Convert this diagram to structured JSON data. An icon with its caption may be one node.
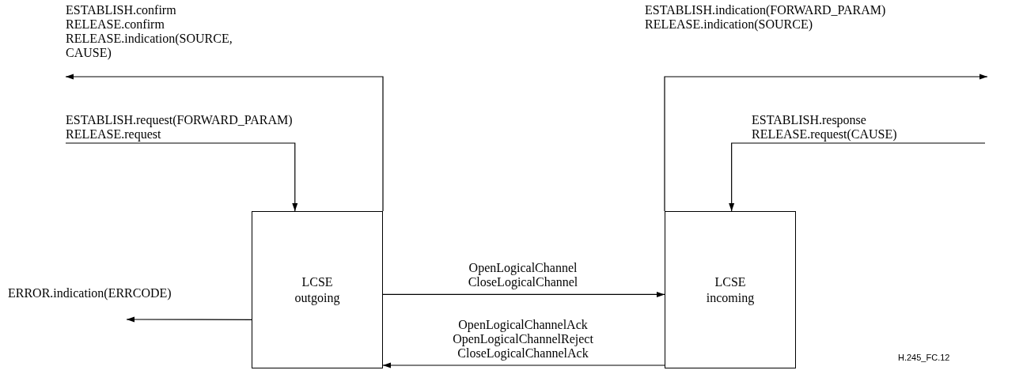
{
  "diagram": {
    "nodes": [
      {
        "text": [
          "LCSE outgoing"
        ]
      },
      {
        "text": [
          "LCSE incoming"
        ]
      }
    ],
    "edges": [
      {
        "from": 0,
        "to": null,
        "arrow": "to",
        "label": "ESTABLISH.confirm RELEASE.confirm RELEASE.indication(SOURCE, CAUSE)"
      },
      {
        "from": null,
        "to": 0,
        "arrow": "to",
        "label": "ESTABLISH.request(FORWARD_PARAM) RELEASE.request"
      },
      {
        "from": 0,
        "to": 1,
        "arrow": "to",
        "label": "OpenLogicalChannel CloseLogicalChannel"
      },
      {
        "from": 1,
        "to": 0,
        "arrow": "to",
        "label": "OpenLogicalChannelAck OpenLogicalChannelReject CloseLogicalChannelAck"
      },
      {
        "from": 0,
        "to": null,
        "arrow": "to",
        "label": "ERROR.indication(ERRCODE)"
      },
      {
        "from": 1,
        "to": null,
        "arrow": "to",
        "label": "ESTABLISH.indication(FORWARD_PARAM) RELEASE.indication(SOURCE)"
      },
      {
        "from": null,
        "to": 1,
        "arrow": "to",
        "label": "ESTABLISH.response RELEASE.request(CAUSE)"
      }
    ],
    "labels": [
      "H.245_FC.12"
    ]
  }
}
